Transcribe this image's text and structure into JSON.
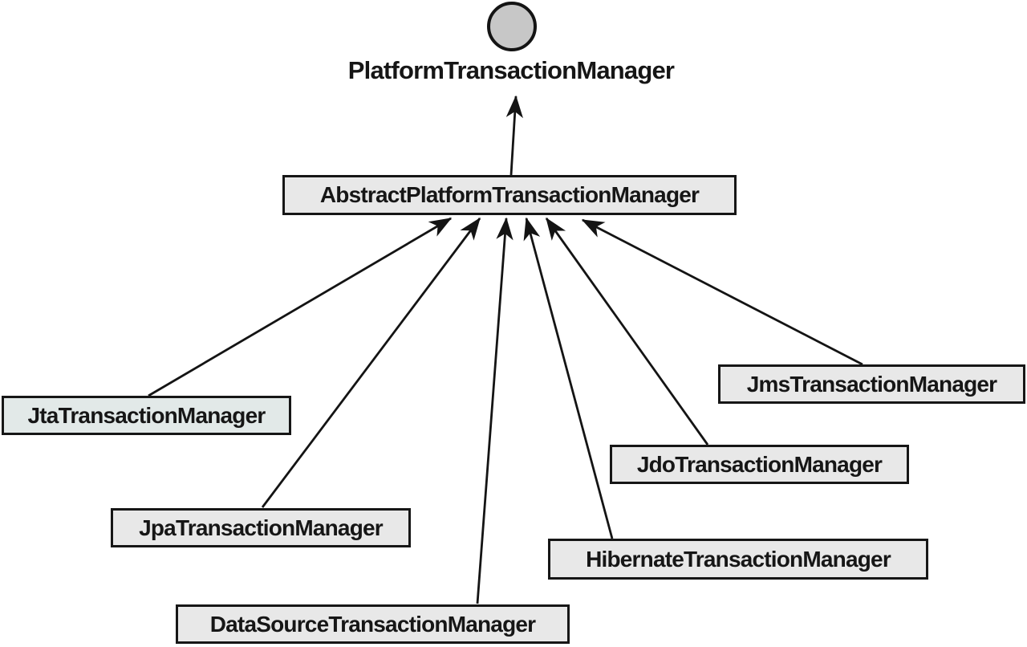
{
  "diagram": {
    "type": "uml-class-inheritance",
    "interface": {
      "label": "PlatformTransactionManager",
      "symbol": "interface-circle"
    },
    "abstract_class": {
      "label": "AbstractPlatformTransactionManager"
    },
    "implementations": [
      {
        "id": "jta",
        "label": "JtaTransactionManager"
      },
      {
        "id": "jpa",
        "label": "JpaTransactionManager"
      },
      {
        "id": "datasource",
        "label": "DataSourceTransactionManager"
      },
      {
        "id": "hibernate",
        "label": "HibernateTransactionManager"
      },
      {
        "id": "jdo",
        "label": "JdoTransactionManager"
      },
      {
        "id": "jms",
        "label": "JmsTransactionManager"
      }
    ],
    "relationships": [
      {
        "from": "AbstractPlatformTransactionManager",
        "to": "PlatformTransactionManager",
        "kind": "realizes"
      },
      {
        "from": "JtaTransactionManager",
        "to": "AbstractPlatformTransactionManager",
        "kind": "extends"
      },
      {
        "from": "JpaTransactionManager",
        "to": "AbstractPlatformTransactionManager",
        "kind": "extends"
      },
      {
        "from": "DataSourceTransactionManager",
        "to": "AbstractPlatformTransactionManager",
        "kind": "extends"
      },
      {
        "from": "HibernateTransactionManager",
        "to": "AbstractPlatformTransactionManager",
        "kind": "extends"
      },
      {
        "from": "JdoTransactionManager",
        "to": "AbstractPlatformTransactionManager",
        "kind": "extends"
      },
      {
        "from": "JmsTransactionManager",
        "to": "AbstractPlatformTransactionManager",
        "kind": "extends"
      }
    ],
    "colors": {
      "background": "#ffffff",
      "box_fill": "#e8e8e8",
      "jta_box_fill": "#e2e9e8",
      "circle_fill": "#c7c7c7",
      "line": "#141414",
      "text": "#161616"
    }
  }
}
